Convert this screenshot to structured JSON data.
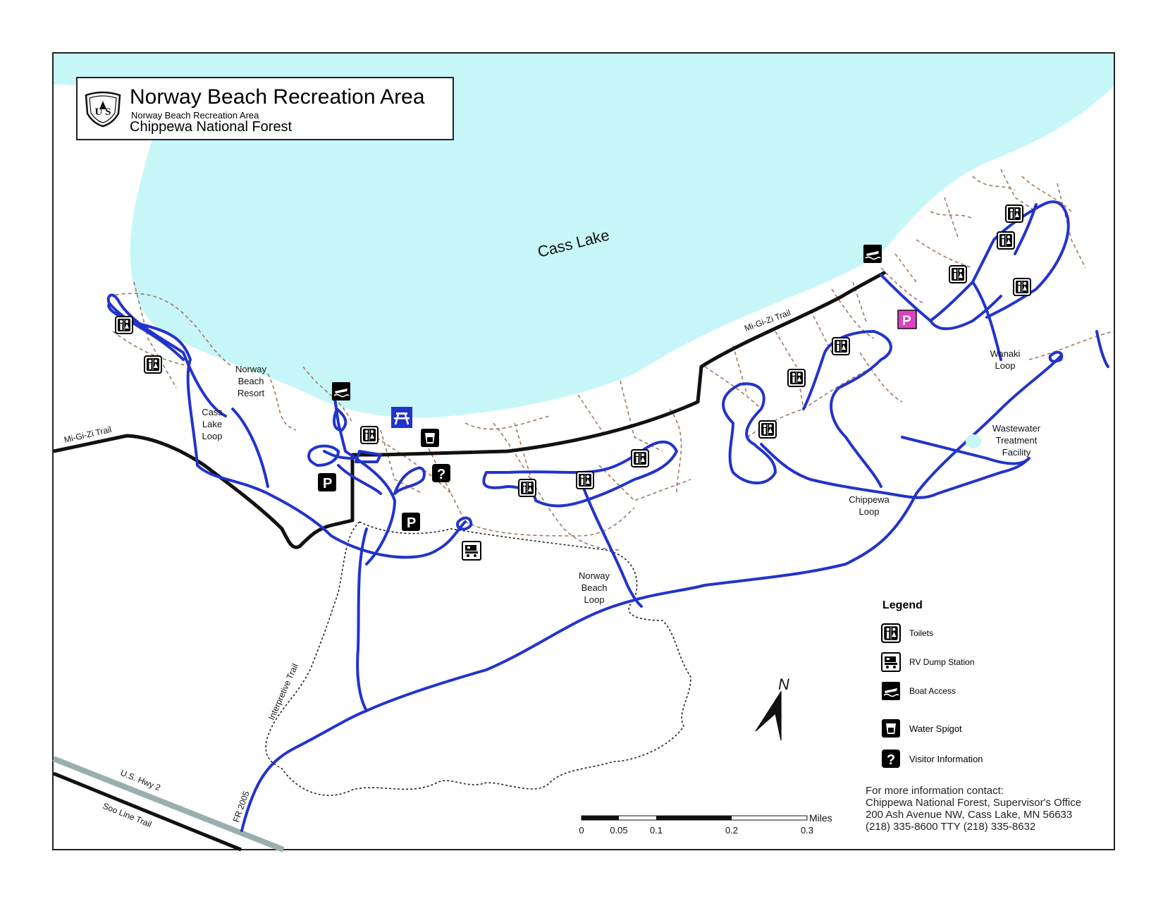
{
  "title": {
    "main": "Norway Beach Recreation Area",
    "sub": "Norway Beach Recreation Area",
    "forest": "Chippewa National Forest",
    "logo_text": "U S"
  },
  "colors": {
    "water": "#c6f6f8",
    "road_blue": "#2233cc",
    "trail_black": "#111111",
    "footpath": "#a07860",
    "highway_gray": "#9aaeae",
    "info_pink": "#e040c0"
  },
  "labels": {
    "lake": "Cass   Lake",
    "migizi_top": "Mi-Gi-Zi Trail",
    "migizi_left": "Mi-Gi-Zi Trail",
    "resort": [
      "Norway",
      "Beach",
      "Resort"
    ],
    "cass_loop": [
      "Cass",
      "Lake",
      "Loop"
    ],
    "norway_loop": [
      "Norway",
      "Beach",
      "Loop"
    ],
    "chippewa_loop": [
      "Chippewa",
      "Loop"
    ],
    "wanaki_loop": [
      "Wanaki",
      "Loop"
    ],
    "wastewater": [
      "Wastewater",
      "Treatment",
      "Facility"
    ],
    "interpretive": "Interpretive Trail",
    "us_hwy": "U.S. Hwy 2",
    "soo_line": "Soo Line Trail",
    "fr2005": "FR 2005",
    "north": "N"
  },
  "legend": {
    "title": "Legend",
    "items": [
      {
        "icon": "toilet-icon",
        "label": "Toilets"
      },
      {
        "icon": "rv-dump-icon",
        "label": "RV Dump Station"
      },
      {
        "icon": "boat-access-icon",
        "label": "Boat Access"
      },
      {
        "icon": "water-spigot-icon",
        "label": "Water Spigot"
      },
      {
        "icon": "visitor-info-icon",
        "label": "Visitor Information"
      }
    ]
  },
  "scale_bar": {
    "ticks": [
      "0",
      "0.05",
      "0.1",
      "0.2",
      "0.3"
    ],
    "unit": "Miles"
  },
  "contact": [
    "For more information contact:",
    "Chippewa National Forest, Supervisor's Office",
    "200 Ash Avenue NW,  Cass Lake, MN  56633",
    "(218) 335-8600   TTY (218) 335-8632"
  ]
}
